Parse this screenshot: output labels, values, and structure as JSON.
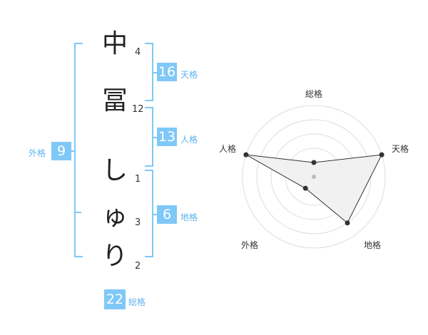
{
  "name": {
    "characters": [
      {
        "char": "中",
        "strokes": "4"
      },
      {
        "char": "冨",
        "strokes": "12"
      },
      {
        "char": "し",
        "strokes": "1"
      },
      {
        "char": "ゅ",
        "strokes": "3"
      },
      {
        "char": "り",
        "strokes": "2"
      }
    ]
  },
  "fortunes": {
    "tenkaku": {
      "value": "16",
      "label": "天格"
    },
    "jinkaku": {
      "value": "13",
      "label": "人格"
    },
    "chikaku": {
      "value": "6",
      "label": "地格"
    },
    "gaikaku": {
      "value": "9",
      "label": "外格"
    },
    "soukaku": {
      "value": "22",
      "label": "総格"
    }
  },
  "colors": {
    "accent": "#7fc8f8",
    "accent_text": "#5fb3ef",
    "radar_fill": "#efefef",
    "radar_line": "#333333"
  },
  "chart_data": {
    "type": "radar",
    "axes": [
      "総格",
      "天格",
      "地格",
      "外格",
      "人格"
    ],
    "max": 5,
    "values": [
      1,
      5,
      4,
      1,
      5
    ]
  }
}
